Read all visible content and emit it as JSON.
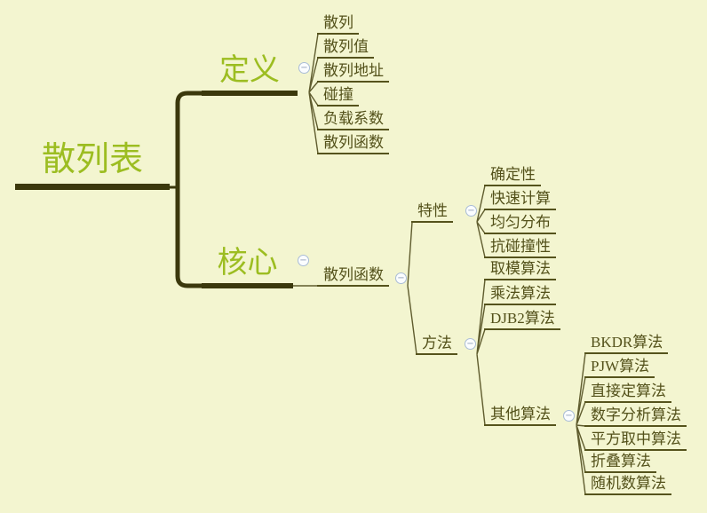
{
  "colors": {
    "background": "#f3f5d0",
    "branch_text": "#9cbd21",
    "node_text": "#53511a",
    "trunk": "#3b380c",
    "edge": "#5f5c2e",
    "collapse_border": "#a9bcd6"
  },
  "glyphs": {
    "collapse": "−"
  },
  "root": {
    "label": "散列表"
  },
  "branches": {
    "definition": {
      "label": "定义",
      "children": [
        "散列",
        "散列值",
        "散列地址",
        "碰撞",
        "负载系数",
        "散列函数"
      ]
    },
    "core": {
      "label": "核心",
      "hash_function": {
        "label": "散列函数",
        "traits": {
          "label": "特性",
          "children": [
            "确定性",
            "快速计算",
            "均匀分布",
            "抗碰撞性"
          ]
        },
        "methods": {
          "label": "方法",
          "children": [
            "取模算法",
            "乘法算法",
            "DJB2算法"
          ],
          "other": {
            "label": "其他算法",
            "children": [
              "BKDR算法",
              "PJW算法",
              "直接定算法",
              "数字分析算法",
              "平方取中算法",
              "折叠算法",
              "随机数算法"
            ]
          }
        }
      }
    }
  }
}
